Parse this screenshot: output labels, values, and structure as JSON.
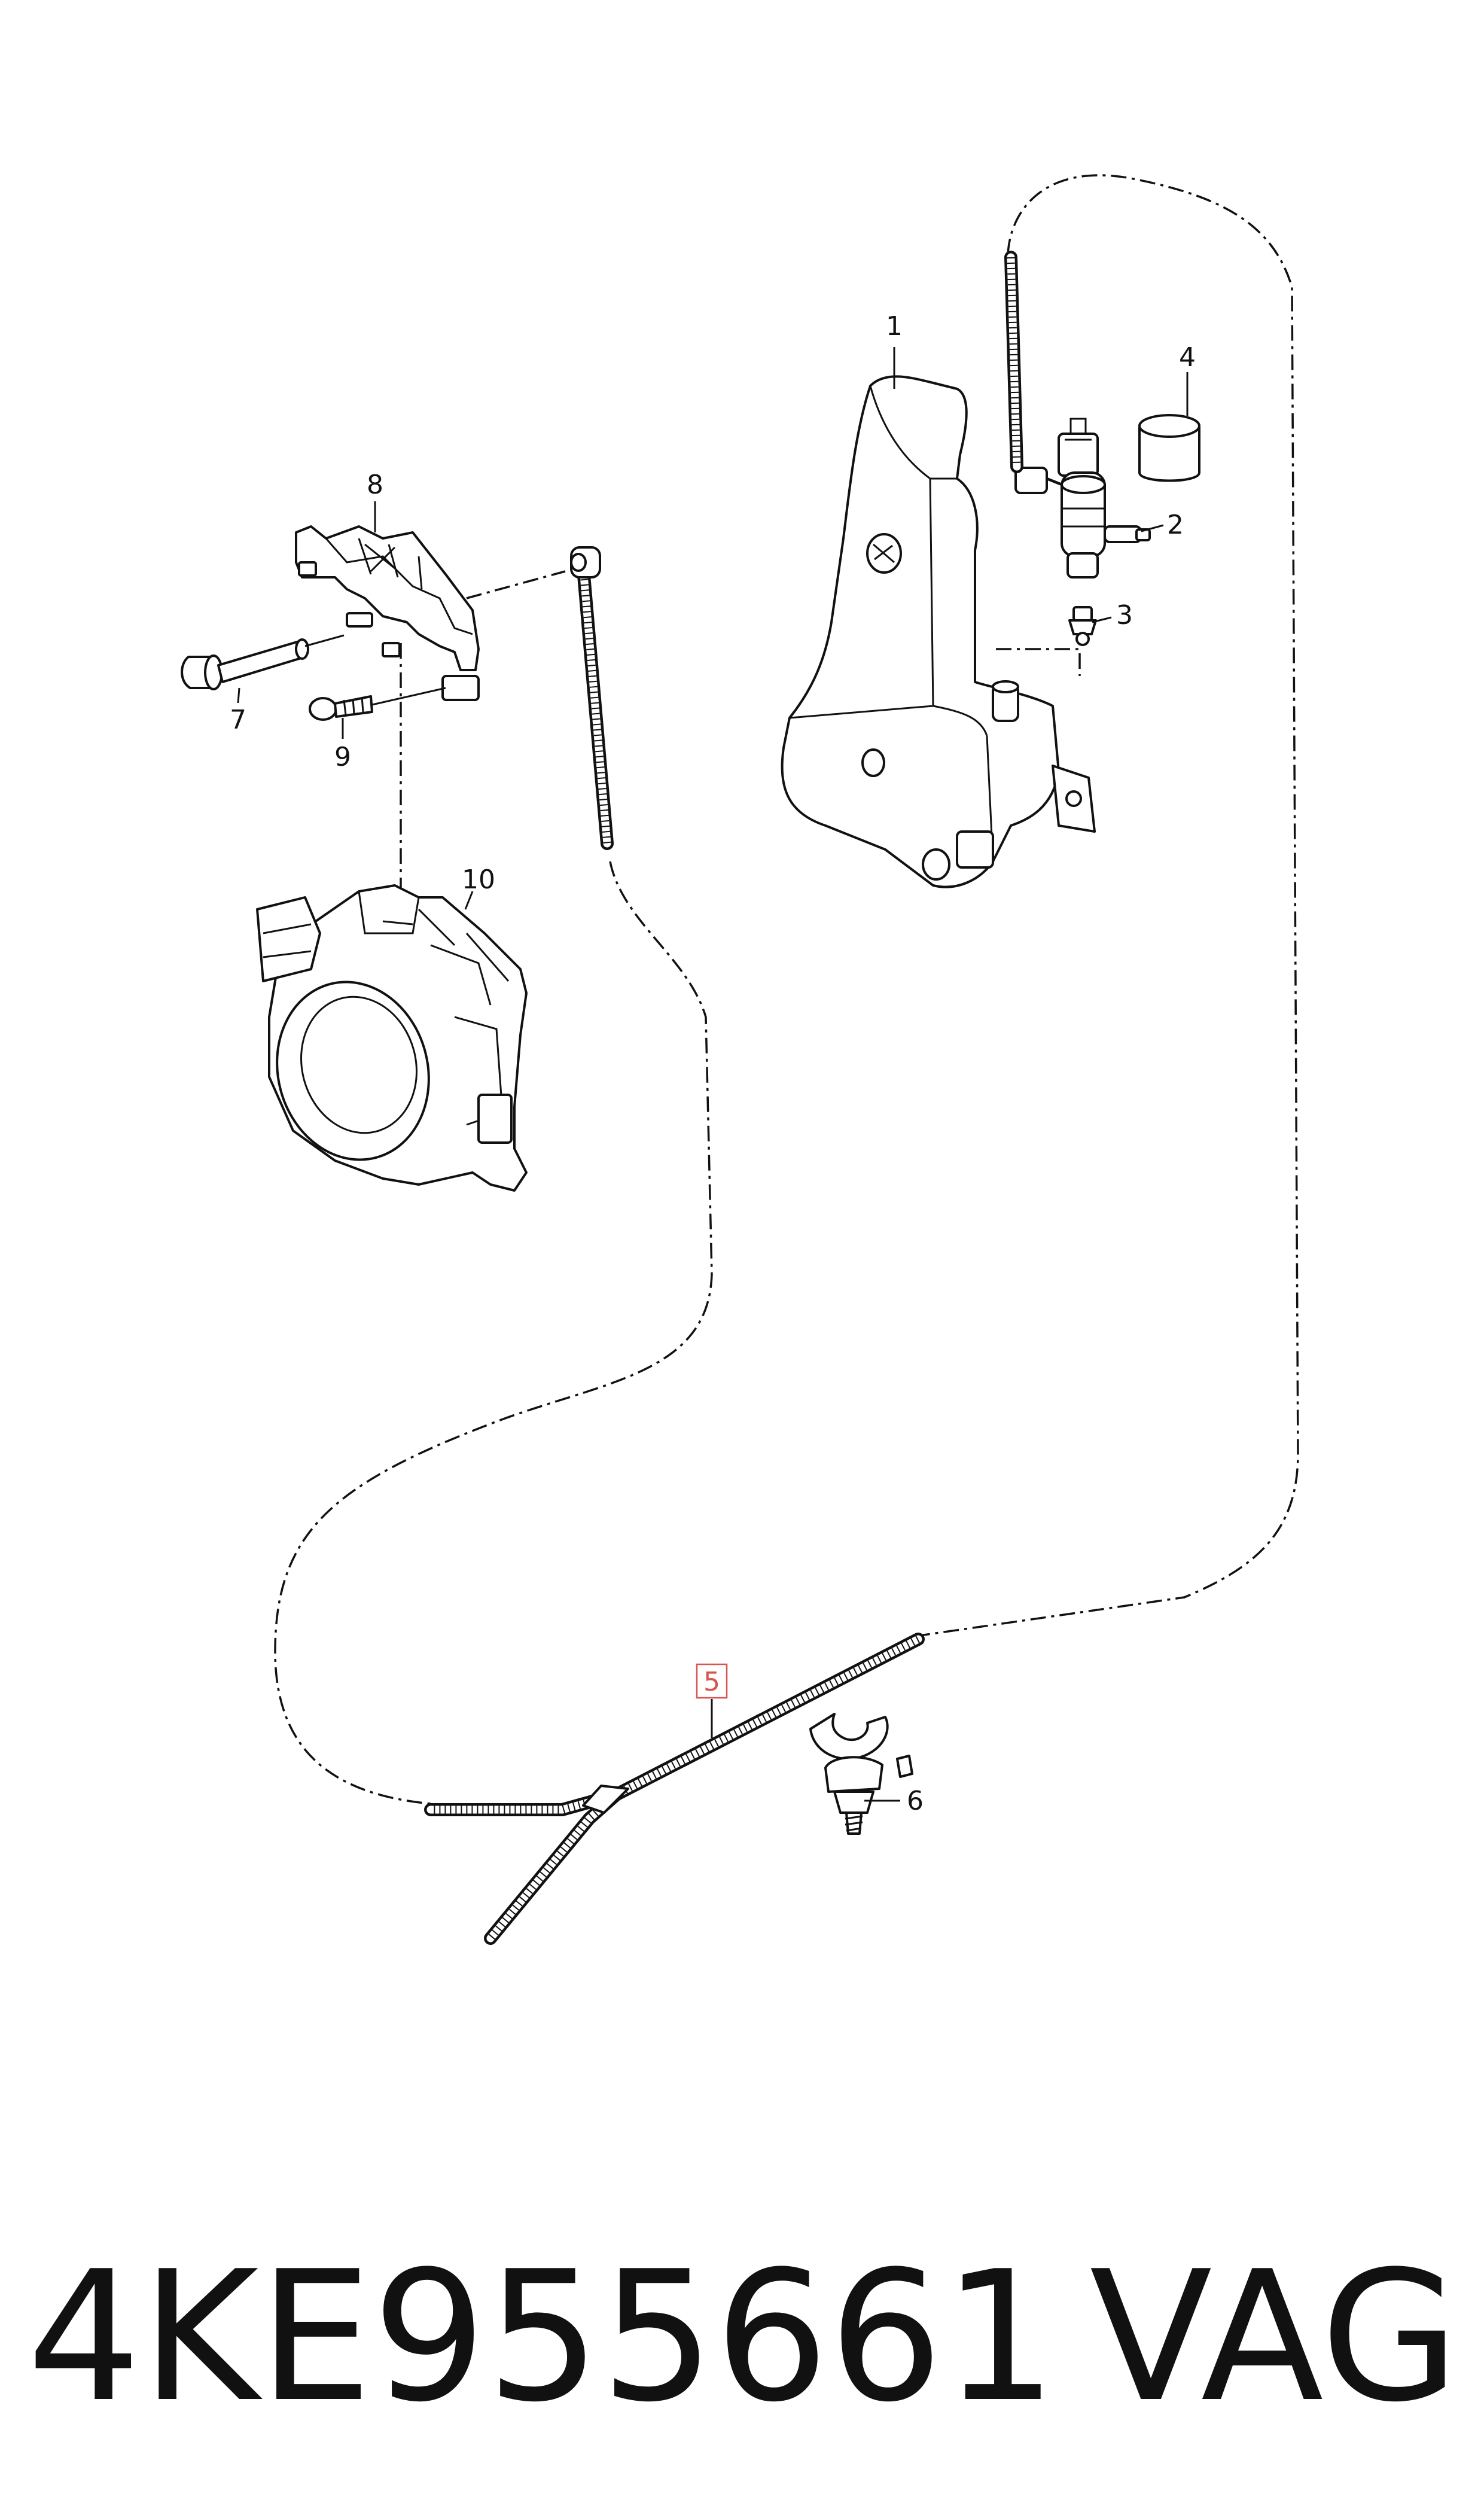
{
  "diagram": {
    "callouts": [
      "1",
      "2",
      "3",
      "4",
      "5",
      "6",
      "7",
      "8",
      "9",
      "10"
    ],
    "highlight_color": "#d9534f",
    "part_number": "4KE955661",
    "brand": "VAG"
  }
}
